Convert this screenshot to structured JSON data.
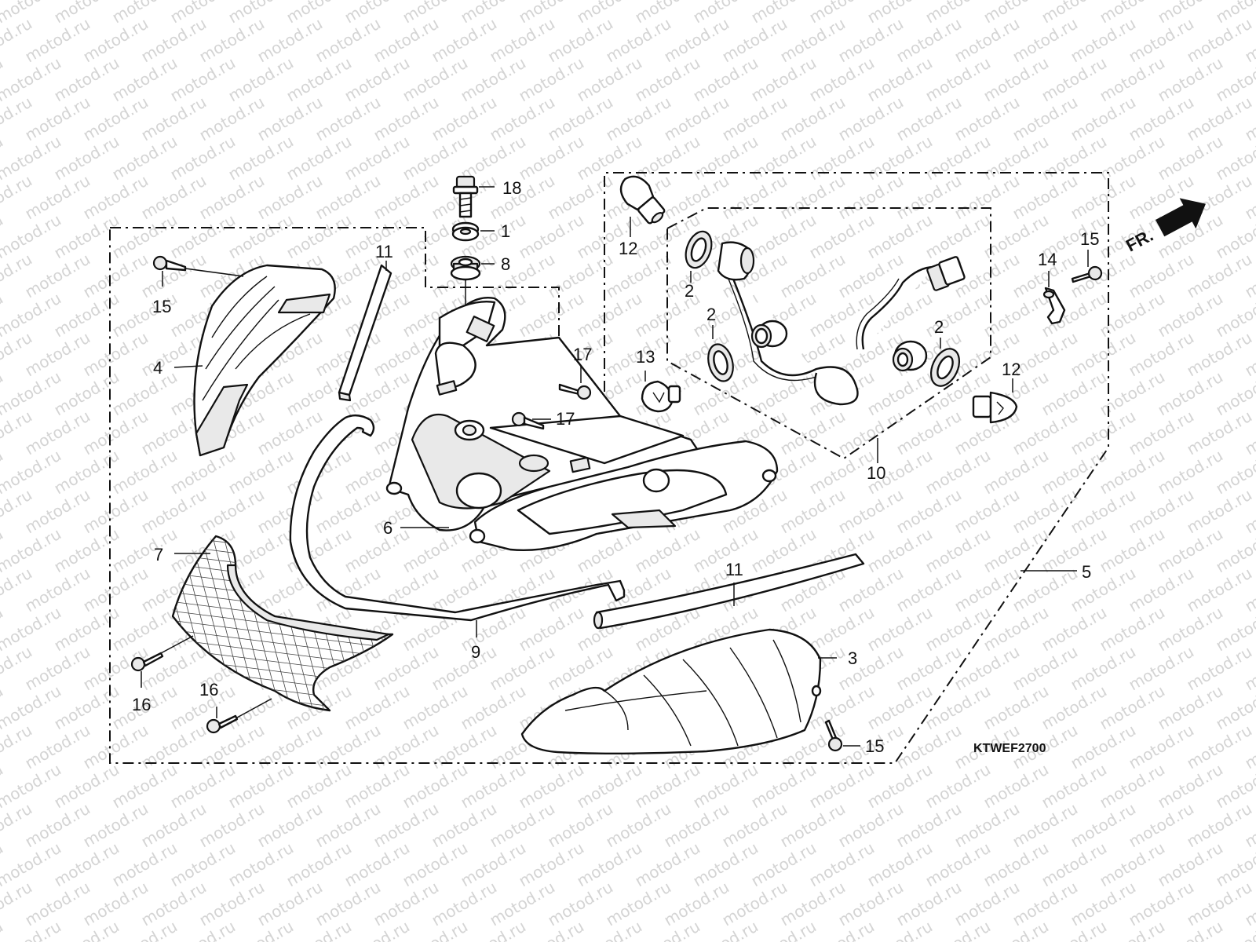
{
  "diagram": {
    "watermark_text": "motod.ru",
    "figure_code": "KTWEF2700",
    "direction_label": "FR.",
    "callout_labels": {
      "c18": "18",
      "c1": "1",
      "c8": "8",
      "c11a": "11",
      "c15a": "15",
      "c4": "4",
      "c17a": "17",
      "c17b": "17",
      "c6": "6",
      "c7": "7",
      "c9": "9",
      "c16a": "16",
      "c16b": "16",
      "c11b": "11",
      "c3": "3",
      "c15b": "15",
      "c12a": "12",
      "c2a": "2",
      "c2b": "2",
      "c2c": "2",
      "c13": "13",
      "c12b": "12",
      "c10": "10",
      "c5": "5",
      "c14": "14",
      "c15c": "15"
    }
  }
}
